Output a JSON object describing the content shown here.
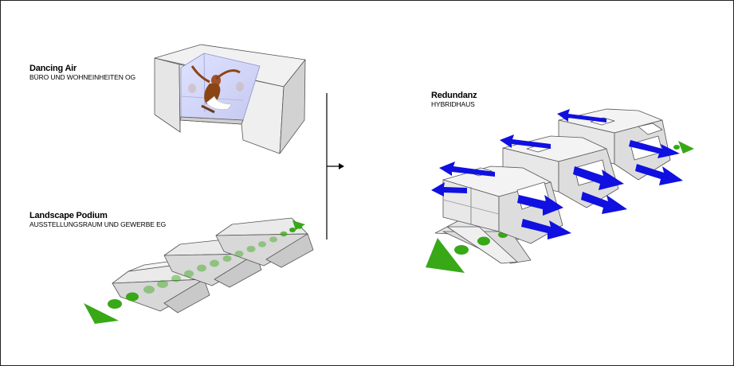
{
  "sections": {
    "dancing_air": {
      "title": "Dancing Air",
      "subtitle": "BÜRO UND WOHNEINHEITEN OG"
    },
    "landscape_podium": {
      "title": "Landscape Podium",
      "subtitle": "AUSSTELLUNGSRAUM UND GEWERBE EG"
    },
    "redundanz": {
      "title": "Redundanz",
      "subtitle": "HYBRIDHAUS"
    }
  },
  "colors": {
    "green": "#38a817",
    "blue": "#1010e0",
    "volume_face": "#eeeeee",
    "volume_side": "#d4d4d4",
    "outline": "#555555"
  },
  "icons": {
    "dancer": "dancer-figure-icon",
    "connector": "arrow-right-icon"
  }
}
